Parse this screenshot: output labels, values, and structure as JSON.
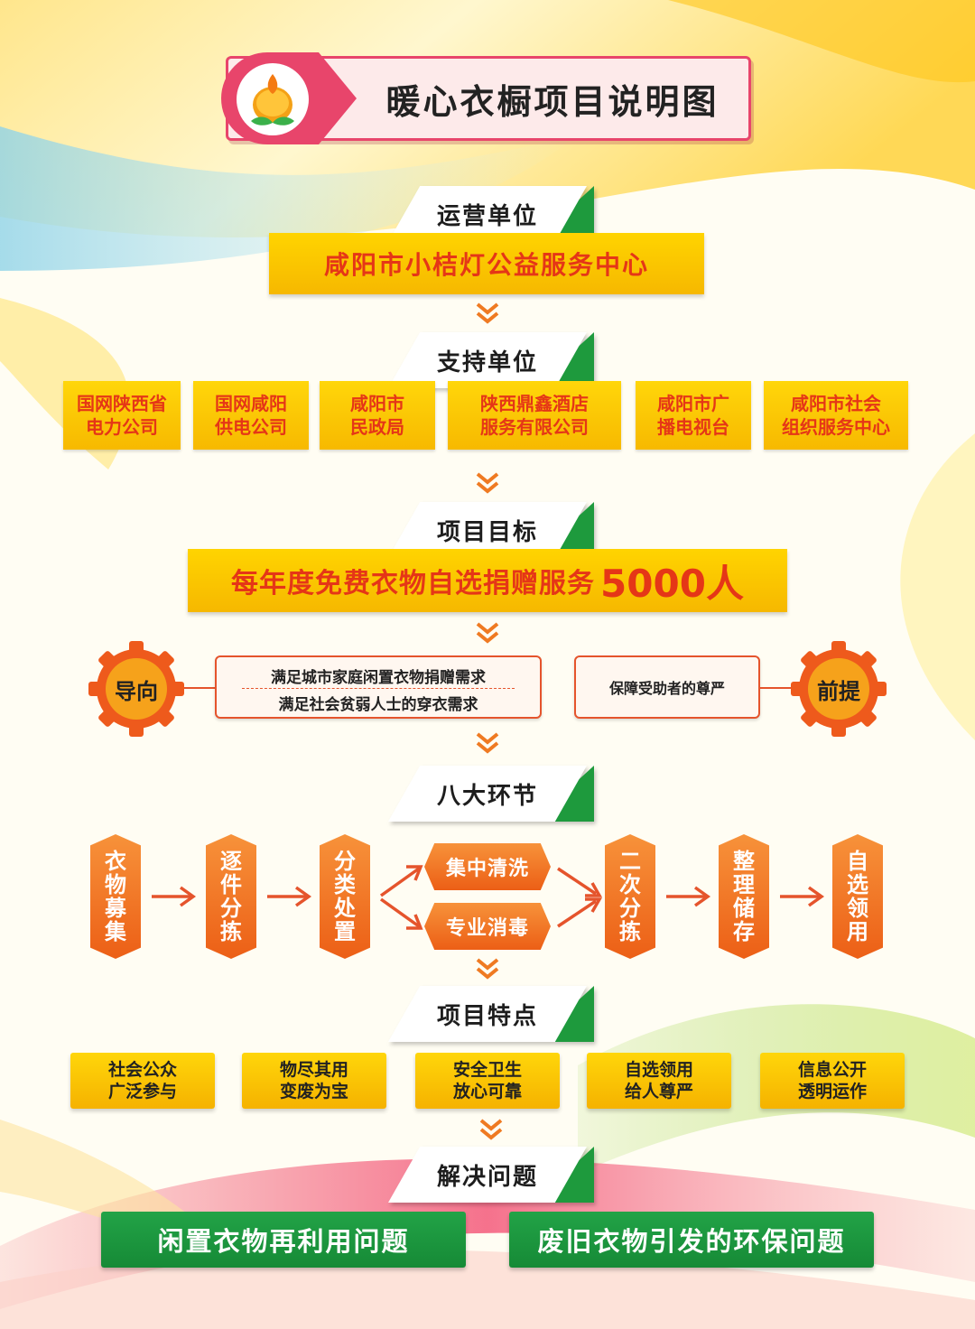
{
  "title": "暖心衣橱项目说明图",
  "sections": {
    "operator": "运营单位",
    "supporters": "支持单位",
    "goal": "项目目标",
    "steps": "八大环节",
    "features": "项目特点",
    "problems": "解决问题"
  },
  "operator_name": "咸阳市小桔灯公益服务中心",
  "supporters": [
    {
      "line1": "国网陕西省",
      "line2": "电力公司"
    },
    {
      "line1": "国网咸阳",
      "line2": "供电公司"
    },
    {
      "line1": "咸阳市",
      "line2": "民政局"
    },
    {
      "line1": "陕西鼎鑫酒店",
      "line2": "服务有限公司"
    },
    {
      "line1": "咸阳市广",
      "line2": "播电视台"
    },
    {
      "line1": "咸阳市社会",
      "line2": "组织服务中心"
    }
  ],
  "goal": {
    "text": "每年度免费衣物自选捐赠服务",
    "number": "5000人"
  },
  "orientation": {
    "label": "导向",
    "line1": "满足城市家庭闲置衣物捐赠需求",
    "line2": "满足社会贫弱人士的穿衣需求"
  },
  "premise": {
    "label": "前提",
    "text": "保障受助者的尊严"
  },
  "steps": [
    {
      "chars": [
        "衣",
        "物",
        "募",
        "集"
      ]
    },
    {
      "chars": [
        "逐",
        "件",
        "分",
        "拣"
      ]
    },
    {
      "chars": [
        "分",
        "类",
        "处",
        "置"
      ]
    },
    {
      "top": "集中清洗",
      "bottom": "专业消毒"
    },
    {
      "chars": [
        "二",
        "次",
        "分",
        "拣"
      ]
    },
    {
      "chars": [
        "整",
        "理",
        "储",
        "存"
      ]
    },
    {
      "chars": [
        "自",
        "选",
        "领",
        "用"
      ]
    }
  ],
  "features": [
    {
      "line1": "社会公众",
      "line2": "广泛参与"
    },
    {
      "line1": "物尽其用",
      "line2": "变废为宝"
    },
    {
      "line1": "安全卫生",
      "line2": "放心可靠"
    },
    {
      "line1": "自选领用",
      "line2": "给人尊严"
    },
    {
      "line1": "信息公开",
      "line2": "透明运作"
    }
  ],
  "problems": [
    "闲置衣物再利用问题",
    "废旧衣物引发的环保问题"
  ],
  "colors": {
    "green": "#1e9a3d",
    "yellow": "#ffd400",
    "red_text": "#e53617",
    "orange": "#ee6a1c",
    "pink": "#e8456b"
  }
}
